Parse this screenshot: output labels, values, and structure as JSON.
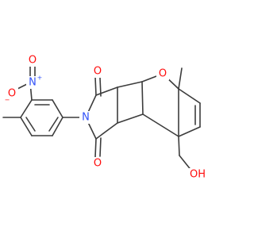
{
  "molecule": {
    "atoms": {
      "o_bridge": "O",
      "n_imide": "N",
      "o_top": "O",
      "o_bottom": "O",
      "n_nitro": "N",
      "o_nitro_left": "O",
      "o_nitro_top": "O",
      "o_hydroxyl": "OH"
    },
    "charges": {
      "n_nitro": "+",
      "o_nitro_left": "−"
    },
    "colors": {
      "bond": "#3c3c3c",
      "oxygen": "#ff0d0d",
      "nitrogen": "#3050f8",
      "carbon": "#3c3c3c"
    }
  }
}
